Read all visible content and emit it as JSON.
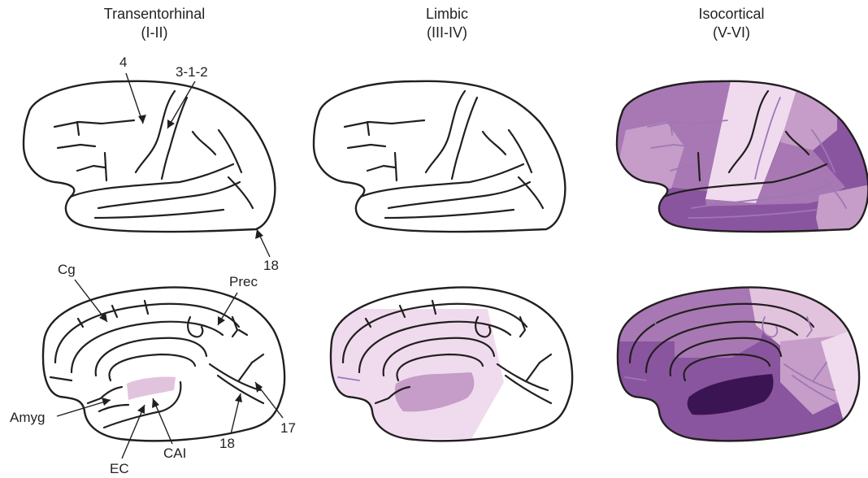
{
  "figure": {
    "stages": [
      {
        "name": "Transentorhinal",
        "range": "(I-II)"
      },
      {
        "name": "Limbic",
        "range": "(III-IV)"
      },
      {
        "name": "Isocortical",
        "range": "(V-VI)"
      }
    ],
    "labels": {
      "area_4": "4",
      "area_312": "3-1-2",
      "area_18_lateral": "18",
      "cg": "Cg",
      "prec": "Prec",
      "amyg": "Amyg",
      "ec": "EC",
      "cai": "CAI",
      "area_18_medial": "18",
      "area_17": "17"
    },
    "colors": {
      "outline": "#231f20",
      "very_light": "#f0dbee",
      "light": "#e2c3de",
      "medium_light": "#c59dc8",
      "medium": "#a878b4",
      "dark": "#8a559f",
      "darker": "#6a2f88",
      "darkest": "#3b1553"
    }
  }
}
